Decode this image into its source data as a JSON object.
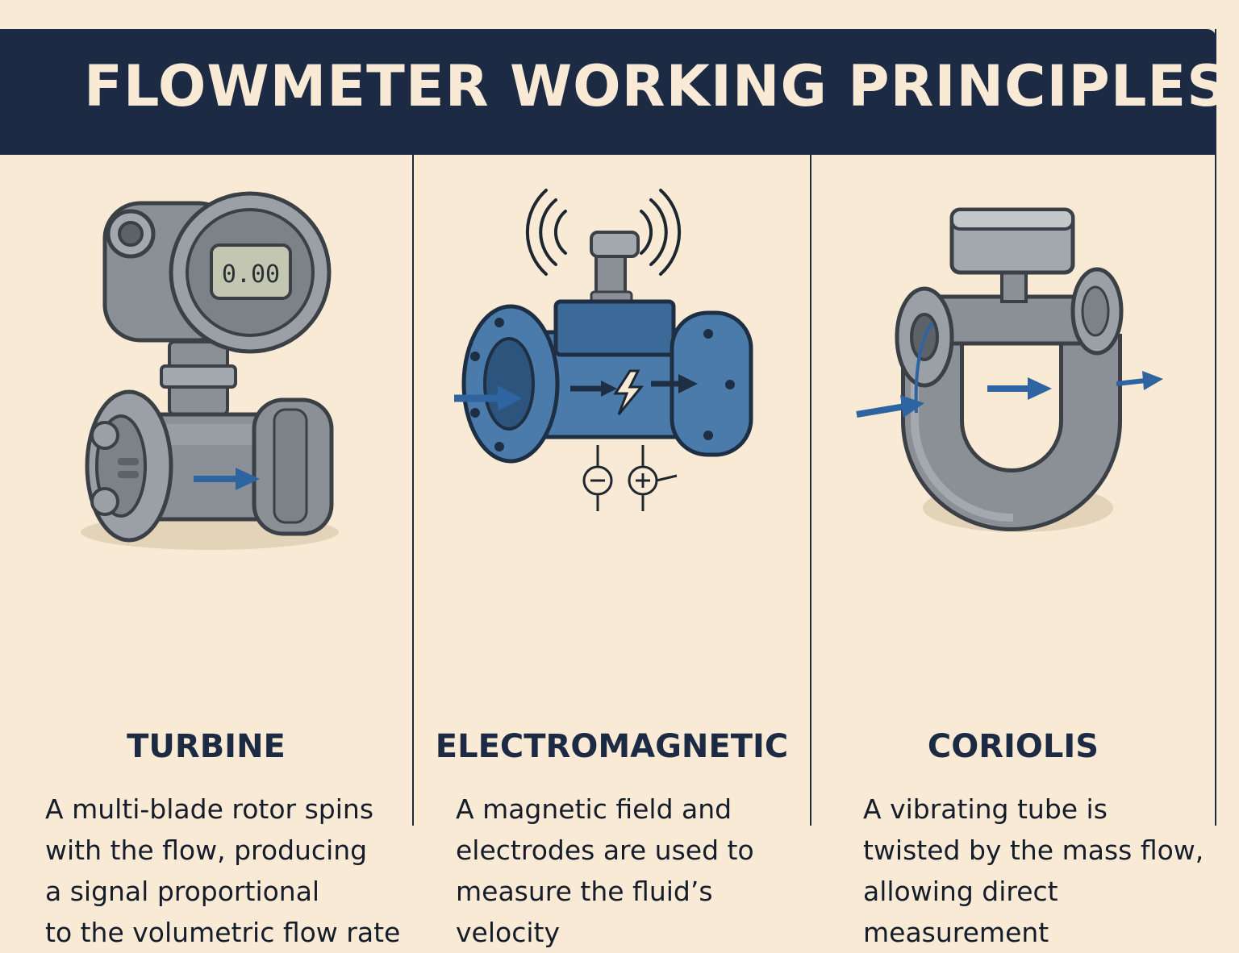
{
  "title": "FLOWMETER WORKING PRINCIPLES",
  "colors": {
    "header_bg": "#1c2a44",
    "background": "#f8ead5",
    "metal": "#8a9095",
    "blue_body": "#4a7bab",
    "arrow": "#2e64a0"
  },
  "panels": [
    {
      "name": "TURBINE",
      "display_value": "0.00",
      "icon": "turbine-flowmeter-icon",
      "description": [
        "A multi-blade rotor spins",
        "with the flow, producing",
        "a signal proportional",
        "to the volumetric flow rate"
      ]
    },
    {
      "name": "ELECTROMAGNETIC",
      "icon": "electromagnetic-flowmeter-icon",
      "description": [
        "A magnetic field and",
        "electrodes are used to",
        "measure the fluid’s",
        "velocity"
      ]
    },
    {
      "name": "CORIOLIS",
      "icon": "coriolis-flowmeter-icon",
      "description": [
        "A vibrating tube is",
        "twisted by the mass flow,",
        "allowing direct",
        "measurement"
      ]
    }
  ]
}
